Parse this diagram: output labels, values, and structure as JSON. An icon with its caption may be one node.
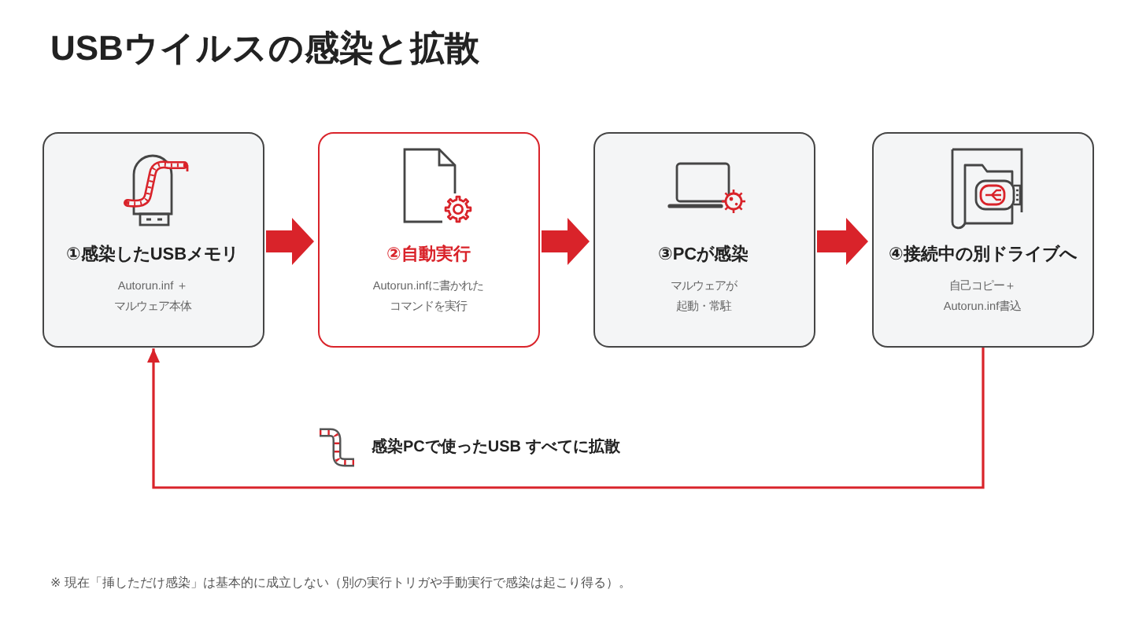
{
  "diagram": {
    "title": "USBウイルスの感染と拡散",
    "nodes": [
      {
        "text": [
          "①感染したUSBメモリ",
          "Autorun.inf ＋マルウェア本体"
        ]
      },
      {
        "text": [
          "②自動実行",
          "Autorun.infに書かれたコマンドを実行"
        ]
      },
      {
        "text": [
          "③PCが感染",
          "マルウェアが起動・常駐"
        ]
      },
      {
        "text": [
          "④接続中の別ドライブへ",
          "自己コピー＋Autorun.inf書込"
        ]
      }
    ],
    "edges": [
      {
        "from": 0,
        "to": 1,
        "arrow": "to"
      },
      {
        "from": 1,
        "to": 2,
        "arrow": "to"
      },
      {
        "from": 2,
        "to": 3,
        "arrow": "to"
      },
      {
        "from": 3,
        "to": 0,
        "arrow": "to",
        "label": "感染PCで使ったUSB すべてに拡散"
      }
    ],
    "labels": [
      "※ 現在「挿しただけ感染」は基本的に成立しない（別の実行トリガや手動実行で感染は起こり得る）。"
    ]
  }
}
